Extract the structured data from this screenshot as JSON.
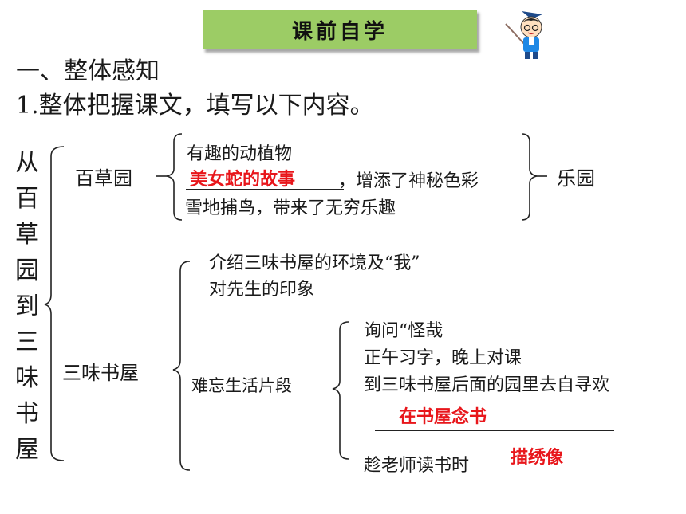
{
  "banner": {
    "label": "课前自学"
  },
  "heading": {
    "section": "一、整体感知",
    "task": "1.整体把握课文，填写以下内容。"
  },
  "vertical_title": "从百草园到三味书屋",
  "baicao": {
    "label": "百草园",
    "items": [
      "有趣的动植物",
      "，增添了神秘色彩",
      "雪地捕鸟，带来了无穷乐趣"
    ],
    "answer": "美女蛇的故事",
    "result": "乐园"
  },
  "sanwei": {
    "label": "三味书屋",
    "intro": [
      "介绍三味书屋的环境及“我”",
      "对先生的印象"
    ],
    "life_label": "难忘生活片段",
    "life_items": [
      "询问“怪哉",
      "正午习字，晚上对课",
      "到三味书屋后面的园里去自寻欢",
      "趁老师读书时"
    ],
    "answers": [
      "在书屋念书",
      "描绣像"
    ]
  },
  "icons": {
    "teacher": "teacher-with-pointer-icon"
  }
}
